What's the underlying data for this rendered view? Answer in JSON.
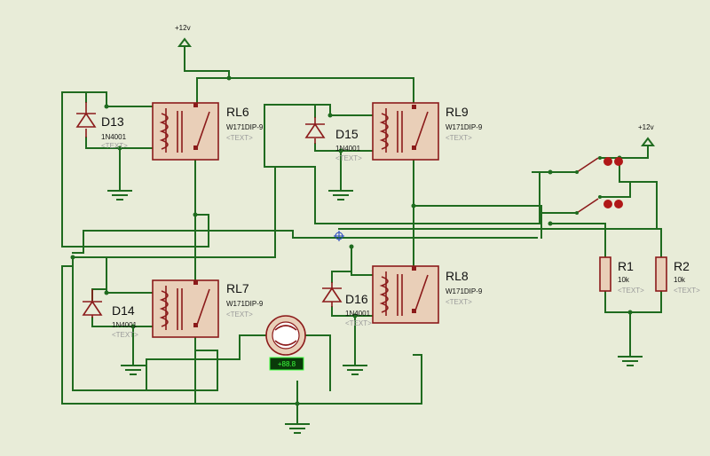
{
  "power_labels": [
    "+12v",
    "+12v"
  ],
  "relays": [
    {
      "ref": "RL6",
      "value": "W171DIP-9",
      "text": "<TEXT>"
    },
    {
      "ref": "RL9",
      "value": "W171DIP-9",
      "text": "<TEXT>"
    },
    {
      "ref": "RL7",
      "value": "W171DIP-9",
      "text": "<TEXT>"
    },
    {
      "ref": "RL8",
      "value": "W171DIP-9",
      "text": "<TEXT>"
    }
  ],
  "diodes": [
    {
      "ref": "D13",
      "value": "1N4001",
      "text": "<TEXT>"
    },
    {
      "ref": "D15",
      "value": "1N4001",
      "text": "<TEXT>"
    },
    {
      "ref": "D14",
      "value": "1N4001",
      "text": "<TEXT>"
    },
    {
      "ref": "D16",
      "value": "1N4001",
      "text": "<TEXT>"
    }
  ],
  "resistors": [
    {
      "ref": "R1",
      "value": "10k",
      "text": "<TEXT>"
    },
    {
      "ref": "R2",
      "value": "10k",
      "text": "<TEXT>"
    }
  ],
  "motor": {
    "readout": "+88.8"
  },
  "colors": {
    "wire": "#1f6b1f",
    "component": "#8b1a1a",
    "component_fill": "#e9cfb8",
    "background": "#e8ecd8",
    "switch_button": "#b01818",
    "motor_readout_bg": "#0a3a0a",
    "motor_readout_fg": "#3cff3c"
  }
}
